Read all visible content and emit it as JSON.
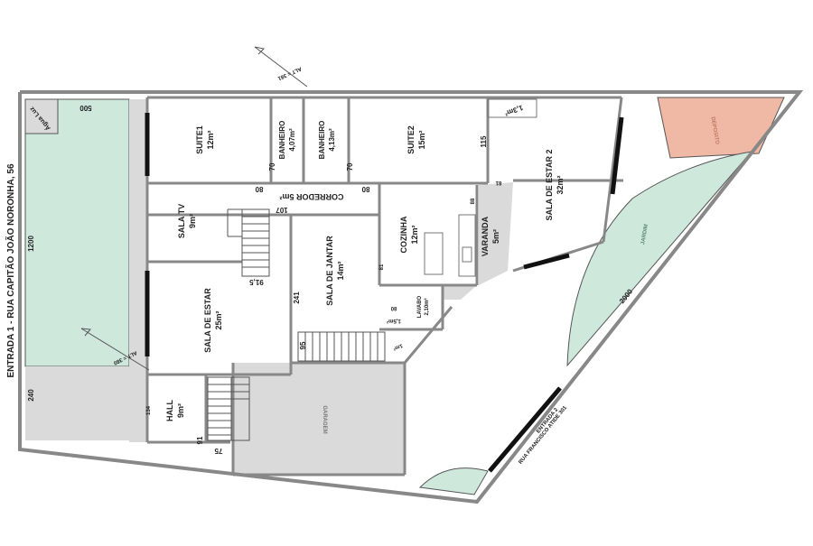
{
  "colors": {
    "garden": "#cfe8dc",
    "grey_area": "#dadada",
    "deposit": "#f0b9a5",
    "wall": "#8a8a8a",
    "opening": "#111111"
  },
  "outer_labels": {
    "entrance_1": "ENTRADA 1 - RUA CAPITÃO JOÃO NORONHA, 56",
    "entrance_2_line1": "ENTRADA 2",
    "entrance_2_line2": "RUA FRANCISCO ATIDE 301",
    "alt_top": "ALT = 381",
    "alt_left": "ALT = 380"
  },
  "dimensions": {
    "d500": "500",
    "d1200": "1200",
    "d240": "240",
    "d2000": "2000",
    "d115": "115",
    "d80a": "80",
    "d80b": "80",
    "d70a": "70",
    "d70b": "70",
    "d107": "107",
    "d915": "91,5",
    "d241": "241",
    "d95": "95",
    "d134": "134",
    "d91": "91",
    "d75": "75",
    "d81a": "81",
    "d81b": "81",
    "d88": "88",
    "d80c": "80",
    "d1m": "1m²",
    "d13m": "1,3m²",
    "d15m": "1,5m²"
  },
  "rooms": {
    "suite1": {
      "name": "SUITE1",
      "area": "12m²"
    },
    "banheiro1": {
      "name": "BANHEIRO",
      "area": "4,07m²"
    },
    "banheiro2": {
      "name": "BANHEIRO",
      "area": "4,13m²"
    },
    "suite2": {
      "name": "SUITE2",
      "area": "15m²"
    },
    "sala_estar2": {
      "name": "SALA DE ESTAR 2",
      "area": "32m²"
    },
    "corredor": {
      "name": "CORREDOR 5m²"
    },
    "sala_tv": {
      "name": "SALA TV",
      "area": "9m²"
    },
    "cozinha": {
      "name": "COZINHA",
      "area": "12m²"
    },
    "varanda": {
      "name": "VARANDA",
      "area": "5m²"
    },
    "sala_jantar": {
      "name": "SALA DE JANTAR",
      "area": "14m²"
    },
    "sala_estar": {
      "name": "SALA DE ESTAR",
      "area": "25m²"
    },
    "lavabo": {
      "name": "LAVABO",
      "area": "2,10m²"
    },
    "hall": {
      "name": "HALL",
      "area": "9m²"
    }
  },
  "zones": {
    "agua_luz": "Água Luz",
    "garagem": "GARAGEM",
    "jardim": "JARDIM",
    "deposito": "DEPOSITO"
  }
}
